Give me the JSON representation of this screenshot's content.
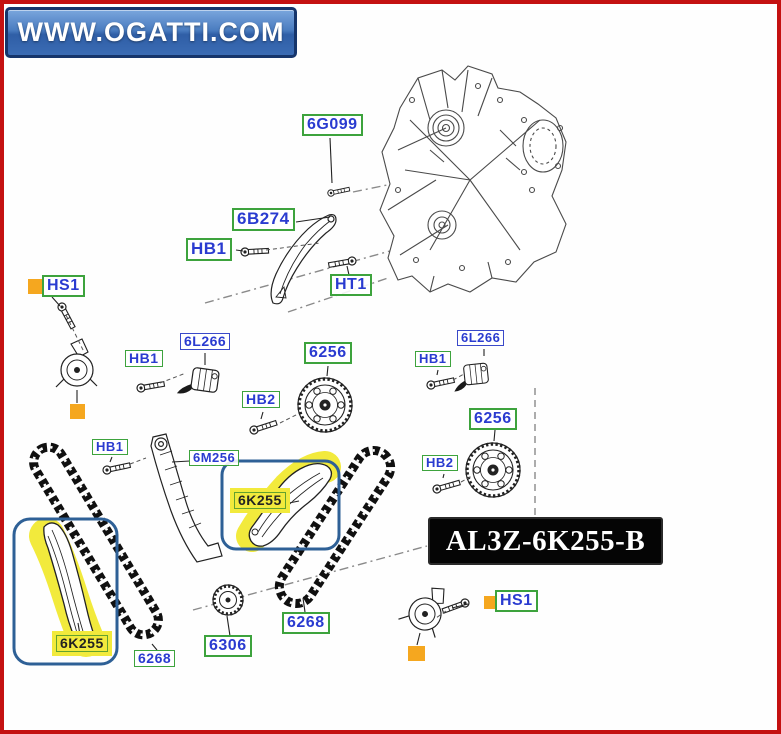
{
  "banner": {
    "text": "WWW.OGATTI.COM"
  },
  "plate": {
    "text": "AL3Z-6K255-B"
  },
  "colors": {
    "frame_red": "#c41111",
    "banner_blue": "#3b6cb4",
    "banner_border": "#16356b",
    "callout_green_border": "#3da33d",
    "callout_blue_border": "#3a49c9",
    "callout_text_blue": "#2a3bd0",
    "highlight_yellow": "#f2ea3c",
    "marker_orange": "#f5a71f",
    "focus_box_blue": "#2e6096",
    "plate_black": "#050505"
  },
  "icons": {
    "marker_square": "orange-square-marker",
    "focus_box": "blue-rounded-focus-box"
  },
  "callouts": [
    {
      "text": "6G099"
    },
    {
      "text": "6B274"
    },
    {
      "text": "HB1"
    },
    {
      "text": "HT1"
    },
    {
      "text": "HS1"
    },
    {
      "text": "HB1"
    },
    {
      "text": "6L266"
    },
    {
      "text": "6256"
    },
    {
      "text": "HB2"
    },
    {
      "text": "HB1"
    },
    {
      "text": "6M256"
    },
    {
      "text": "6K255"
    },
    {
      "text": "HB1"
    },
    {
      "text": "6L266"
    },
    {
      "text": "6256"
    },
    {
      "text": "HB2"
    },
    {
      "text": "6306"
    },
    {
      "text": "6268"
    },
    {
      "text": "6268"
    },
    {
      "text": "6K255"
    },
    {
      "text": "HS1"
    }
  ]
}
